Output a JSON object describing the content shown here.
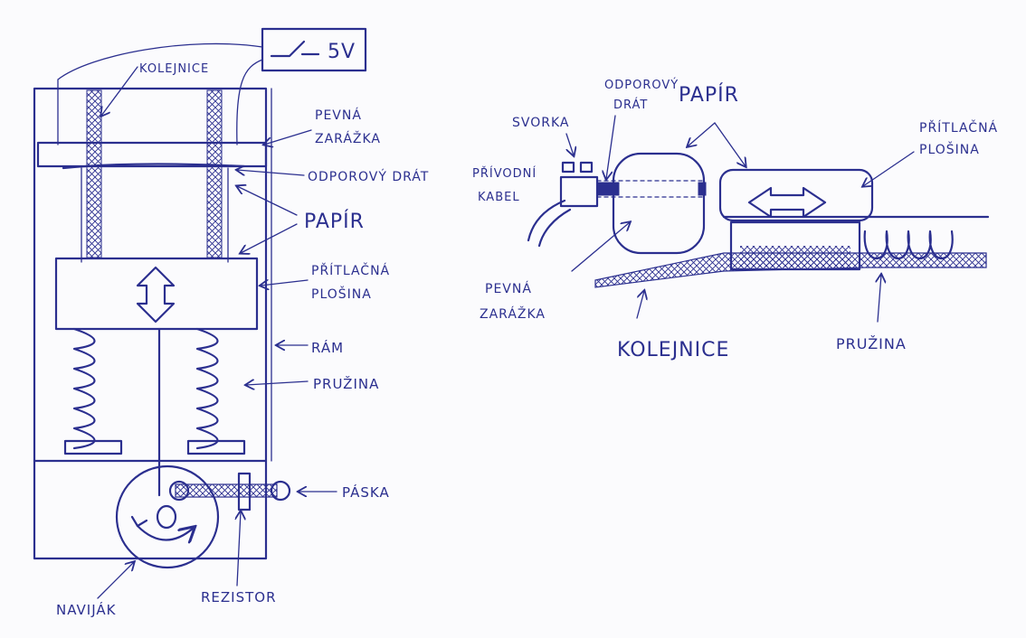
{
  "colors": {
    "ink": "#2b2f8f",
    "paper": "#fbfbfd"
  },
  "left": {
    "voltage": "5V",
    "kolejnice": "KOLEJNICE",
    "pevna1": "PEVNÁ",
    "pevna2": "ZARÁŽKA",
    "odporovy": "ODPOROVÝ DRÁT",
    "papir": "PAPÍR",
    "pritlacna1": "PŘÍTLAČNÁ",
    "pritlacna2": "PLOŠINA",
    "ram": "RÁM",
    "pruzina": "PRUŽINA",
    "paska": "PÁSKA",
    "navijak": "NAVIJÁK",
    "rezistor": "REZISTOR"
  },
  "right": {
    "svorka": "SVORKA",
    "odporovy1": "ODPOROVÝ",
    "odporovy2": "DRÁT",
    "papir": "PAPÍR",
    "privodni1": "PŘÍVODNÍ",
    "privodni2": "KABEL",
    "pritlacna1": "PŘÍTLAČNÁ",
    "pritlacna2": "PLOŠINA",
    "pevna1": "PEVNÁ",
    "pevna2": "ZARÁŽKA",
    "kolejnice": "KOLEJNICE",
    "pruzina": "PRUŽINA"
  }
}
